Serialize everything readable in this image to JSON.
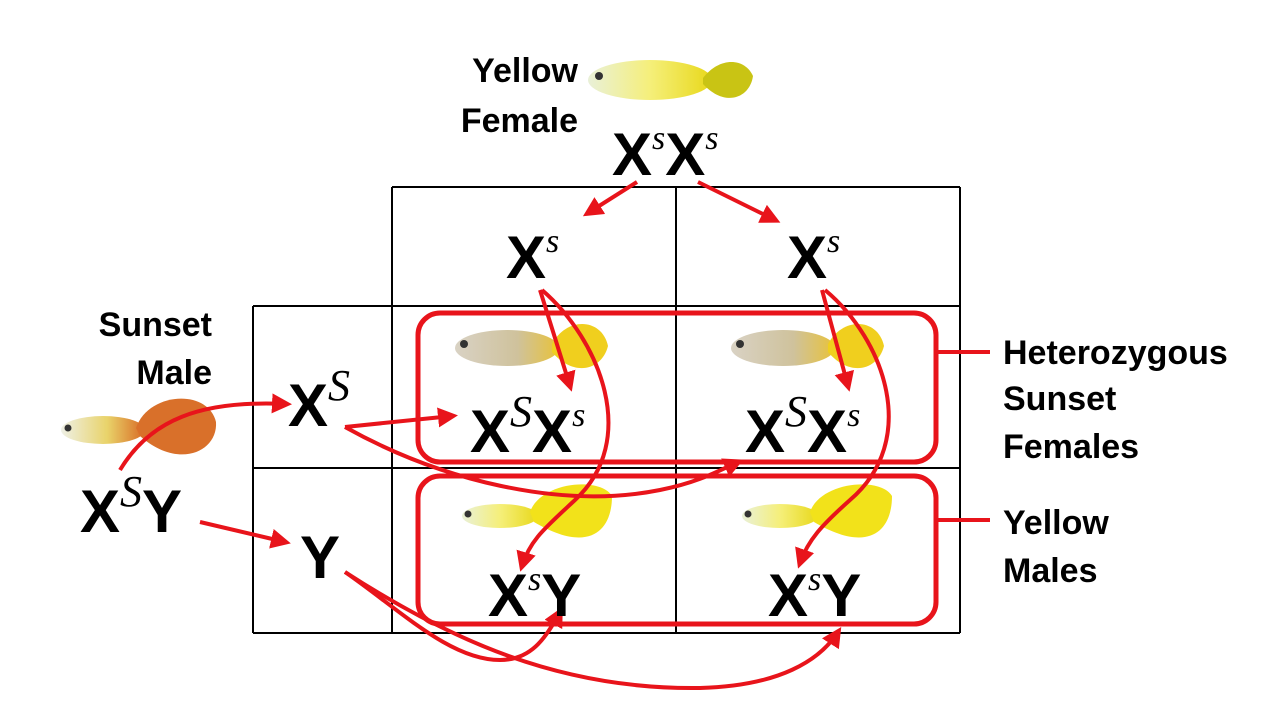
{
  "female_parent": {
    "label_line1": "Yellow",
    "label_line2": "Female",
    "genotype": {
      "allele1_base": "X",
      "allele1_sup": "s",
      "allele2_base": "X",
      "allele2_sup": "s"
    },
    "fish_icon": "yellow-female-guppy"
  },
  "male_parent": {
    "label_line1": "Sunset",
    "label_line2": "Male",
    "genotype": {
      "base": "X",
      "sup": "S",
      "y": "Y"
    },
    "fish_icon": "sunset-male-guppy"
  },
  "punnett": {
    "columns": [
      {
        "base": "X",
        "sup": "s"
      },
      {
        "base": "X",
        "sup": "s"
      }
    ],
    "rows": [
      {
        "base": "X",
        "sup": "S"
      },
      {
        "base": "Y",
        "sup": ""
      }
    ],
    "cells": [
      [
        {
          "base1": "X",
          "sup1": "S",
          "base2": "X",
          "sup2": "s",
          "fish_icon": "sunset-female-guppy"
        },
        {
          "base1": "X",
          "sup1": "S",
          "base2": "X",
          "sup2": "s",
          "fish_icon": "sunset-female-guppy"
        }
      ],
      [
        {
          "base1": "X",
          "sup1": "s",
          "base2": "Y",
          "sup2": "",
          "fish_icon": "yellow-male-guppy"
        },
        {
          "base1": "X",
          "sup1": "s",
          "base2": "Y",
          "sup2": "",
          "fish_icon": "yellow-male-guppy"
        }
      ]
    ]
  },
  "annotations": {
    "heterozygous": {
      "line1": "Heterozygous",
      "line2": "Sunset",
      "line3": "Females"
    },
    "yellow_males": {
      "line1": "Yellow",
      "line2": "Males"
    }
  },
  "colors": {
    "arrow": "#e8141b",
    "grid": "#000000",
    "yellow_fish": "#f2e21a",
    "sunset_fish": "#e0752a"
  }
}
